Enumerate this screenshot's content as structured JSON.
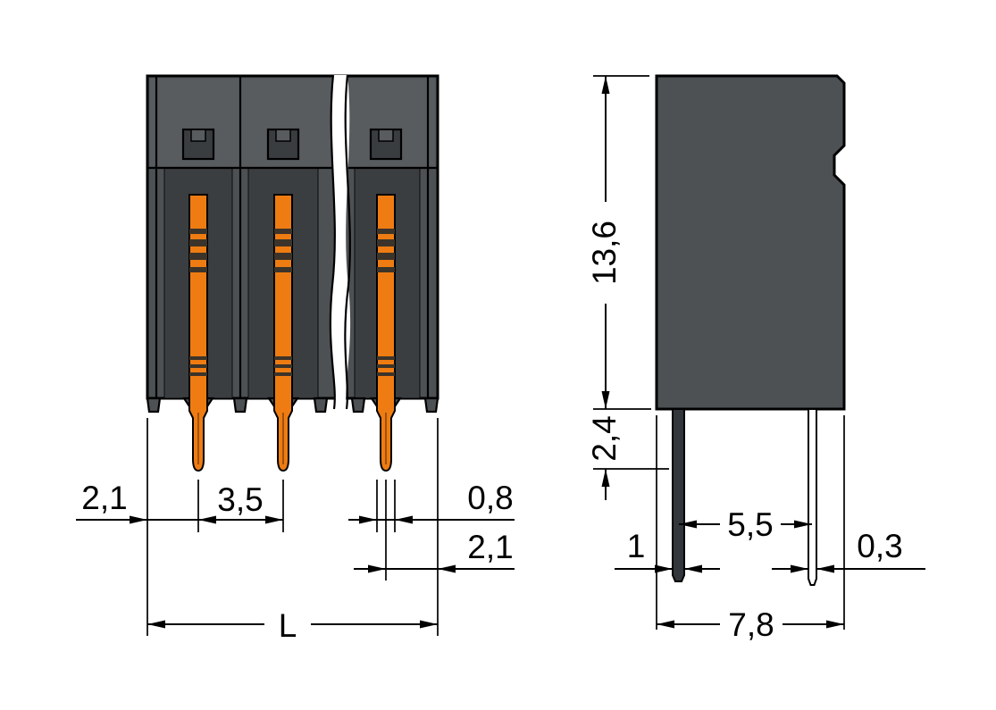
{
  "front_view": {
    "label_left_margin": "2,1",
    "label_pitch": "3,5",
    "label_pin_width": "0,8",
    "label_right_margin": "2,1",
    "label_total_length": "L"
  },
  "side_view": {
    "label_height": "13,6",
    "label_pin_length": "2,4",
    "label_pin_width": "1",
    "label_pin_spacing": "5,5",
    "label_pin_thickness": "0,3",
    "label_depth": "7,8"
  },
  "colors": {
    "housing": "#4d5154",
    "housing_top": "#585c5f",
    "recess": "#3b3e41",
    "pin_orange": "#ee7c12",
    "ink": "#000000",
    "background": "#ffffff"
  }
}
